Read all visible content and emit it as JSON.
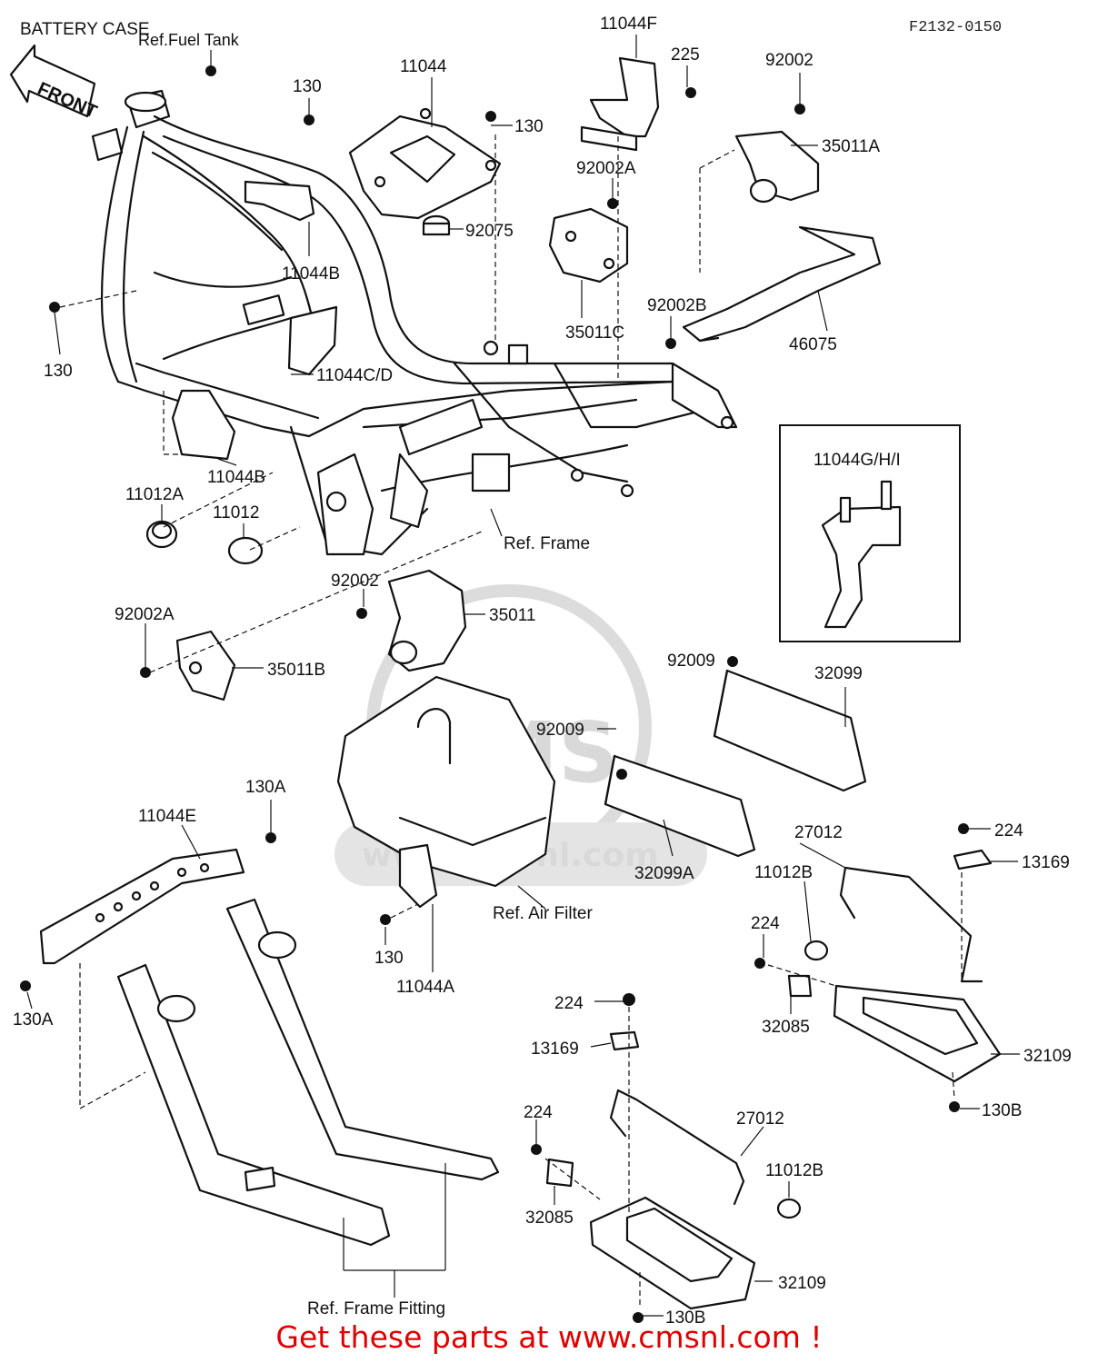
{
  "title": "BATTERY CASE",
  "diagram_code": "F2132-0150",
  "front_label": "FRONT",
  "watermark": "www.cmsnl.com",
  "watermark_logo": "CMS",
  "footer": "Get these parts at www.cmsnl.com !",
  "colors": {
    "footer": "#e00000",
    "lines": "#111111",
    "watermark": "#d9d9d9"
  },
  "refs": {
    "fuel_tank": "Ref.Fuel Tank",
    "frame": "Ref. Frame",
    "air_filter": "Ref. Air Filter",
    "frame_fitting": "Ref. Frame Fitting"
  },
  "labels": {
    "l11044F": "11044F",
    "l225": "225",
    "l92002_top": "92002",
    "l11044": "11044",
    "l130_a": "130",
    "l130_b": "130",
    "l35011A": "35011A",
    "l92002A_top": "92002A",
    "l92075": "92075",
    "l11044B_top": "11044B",
    "l92002B": "92002B",
    "l35011C": "35011C",
    "l46075": "46075",
    "l130_left": "130",
    "l11044CD": "11044C/D",
    "l11012A": "11012A",
    "l11044B_low": "11044B",
    "l11044GHI": "11044G/H/I",
    "l11012": "11012",
    "l92002_mid": "92002",
    "l35011": "35011",
    "l92002A_low": "92002A",
    "l35011B": "35011B",
    "l92009_a": "92009",
    "l32099": "32099",
    "l92009_b": "92009",
    "l130A_top": "130A",
    "l11044E": "11044E",
    "l32099A": "32099A",
    "l27012_a": "27012",
    "l224_a": "224",
    "l13169_a": "13169",
    "l11012B_a": "11012B",
    "l224_b": "224",
    "l130_c": "130",
    "l11044A": "11044A",
    "l130A_low": "130A",
    "l32085_a": "32085",
    "l32109_a": "32109",
    "l224_c": "224",
    "l13169_b": "13169",
    "l130B_a": "130B",
    "l27012_b": "27012",
    "l224_d": "224",
    "l11012B_b": "11012B",
    "l32085_b": "32085",
    "l32109_b": "32109",
    "l130B_b": "130B"
  }
}
